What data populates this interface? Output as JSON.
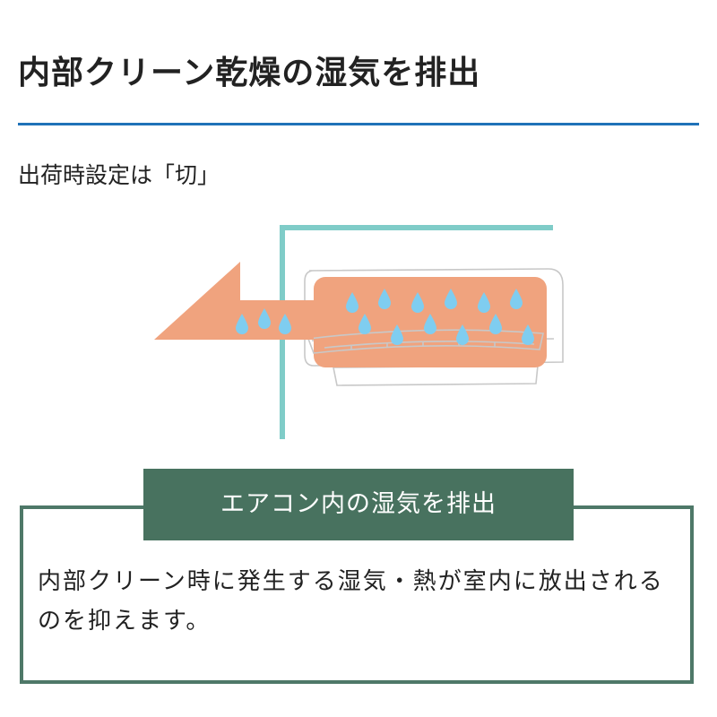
{
  "heading": {
    "title": "内部クリーン乾燥の湿気を排出",
    "subtitle": "出荷時設定は「切」"
  },
  "illustration": {
    "icons": [
      "air-conditioner-icon",
      "left-arrow-icon",
      "water-drop-icon",
      "wall-icon"
    ]
  },
  "info_box": {
    "label": "エアコン内の湿気を排出",
    "description": "内部クリーン時に発生する湿気・熱が室内に放出されるのを抑えます。"
  },
  "colors": {
    "rule": "#1f72b8",
    "box_border": "#4e7868",
    "label_bg": "#48725f",
    "wall": "#7fccc8",
    "air_flow": "#f0a37e",
    "water_drop": "#7fcdf0",
    "unit_outline": "#c8c8c8"
  }
}
